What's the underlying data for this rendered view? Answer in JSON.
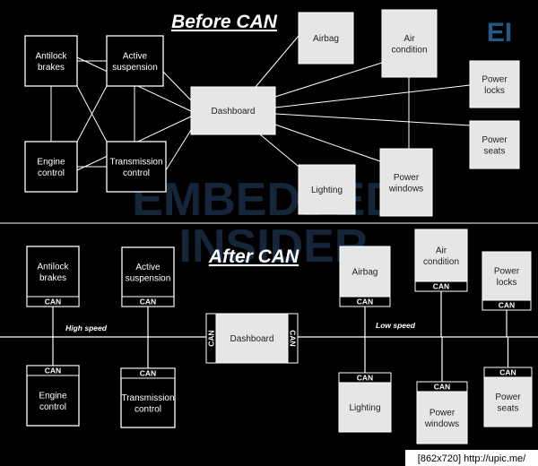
{
  "titles": {
    "before": "Before CAN",
    "after": "After CAN"
  },
  "logo": "EI",
  "watermark": [
    "EMBEDDED",
    "INSIDER"
  ],
  "can_label": "CAN",
  "speed_labels": {
    "high": "High speed",
    "low": "Low speed"
  },
  "footer": "[862x720] http://upic.me/",
  "colors": {
    "background": "#000000",
    "line": "#ffffff",
    "box_outline": "#ffffff",
    "box_fill_dark": "#000000",
    "box_fill_light": "#e6e6e6",
    "can_tag": "#000000",
    "logo": "#1f5a89"
  },
  "before_nodes": [
    {
      "id": "antilock-brakes",
      "lines": [
        "Antilock",
        "brakes"
      ],
      "style": "dark"
    },
    {
      "id": "active-suspension",
      "lines": [
        "Active",
        "suspension"
      ],
      "style": "dark"
    },
    {
      "id": "engine-control",
      "lines": [
        "Engine",
        "control"
      ],
      "style": "dark"
    },
    {
      "id": "transmission-control",
      "lines": [
        "Transmission",
        "control"
      ],
      "style": "dark"
    },
    {
      "id": "dashboard",
      "lines": [
        "Dashboard"
      ],
      "style": "light"
    },
    {
      "id": "airbag",
      "lines": [
        "Airbag"
      ],
      "style": "light"
    },
    {
      "id": "air-condition",
      "lines": [
        "Air",
        "condition"
      ],
      "style": "light"
    },
    {
      "id": "lighting",
      "lines": [
        "Lighting"
      ],
      "style": "light"
    },
    {
      "id": "power-windows",
      "lines": [
        "Power",
        "windows"
      ],
      "style": "light"
    },
    {
      "id": "power-locks",
      "lines": [
        "Power",
        "locks"
      ],
      "style": "light"
    },
    {
      "id": "power-seats",
      "lines": [
        "Power",
        "seats"
      ],
      "style": "light"
    }
  ],
  "before_edges": [
    [
      "antilock-brakes",
      "active-suspension"
    ],
    [
      "antilock-brakes",
      "engine-control"
    ],
    [
      "antilock-brakes",
      "transmission-control"
    ],
    [
      "active-suspension",
      "engine-control"
    ],
    [
      "active-suspension",
      "transmission-control"
    ],
    [
      "engine-control",
      "transmission-control"
    ],
    [
      "antilock-brakes",
      "dashboard"
    ],
    [
      "active-suspension",
      "dashboard"
    ],
    [
      "engine-control",
      "dashboard"
    ],
    [
      "transmission-control",
      "dashboard"
    ],
    [
      "airbag",
      "dashboard"
    ],
    [
      "air-condition",
      "dashboard"
    ],
    [
      "power-locks",
      "dashboard"
    ],
    [
      "power-seats",
      "dashboard"
    ],
    [
      "lighting",
      "dashboard"
    ],
    [
      "power-windows",
      "dashboard"
    ],
    [
      "air-condition",
      "power-windows"
    ]
  ],
  "after_nodes": [
    {
      "id": "antilock-brakes",
      "lines": [
        "Antilock",
        "brakes"
      ],
      "style": "dark",
      "bus_side": "above"
    },
    {
      "id": "active-suspension",
      "lines": [
        "Active",
        "suspension"
      ],
      "style": "dark",
      "bus_side": "above"
    },
    {
      "id": "engine-control",
      "lines": [
        "Engine",
        "control"
      ],
      "style": "dark",
      "bus_side": "below"
    },
    {
      "id": "transmission-control",
      "lines": [
        "Transmission",
        "control"
      ],
      "style": "dark",
      "bus_side": "below"
    },
    {
      "id": "dashboard",
      "lines": [
        "Dashboard"
      ],
      "style": "light",
      "bus_side": "on-bus"
    },
    {
      "id": "airbag",
      "lines": [
        "Airbag"
      ],
      "style": "light",
      "bus_side": "above"
    },
    {
      "id": "air-condition",
      "lines": [
        "Air",
        "condition"
      ],
      "style": "light",
      "bus_side": "above"
    },
    {
      "id": "power-locks",
      "lines": [
        "Power",
        "locks"
      ],
      "style": "light",
      "bus_side": "above"
    },
    {
      "id": "lighting",
      "lines": [
        "Lighting"
      ],
      "style": "light",
      "bus_side": "below"
    },
    {
      "id": "power-windows",
      "lines": [
        "Power",
        "windows"
      ],
      "style": "light",
      "bus_side": "below"
    },
    {
      "id": "power-seats",
      "lines": [
        "Power",
        "seats"
      ],
      "style": "light",
      "bus_side": "below"
    }
  ]
}
